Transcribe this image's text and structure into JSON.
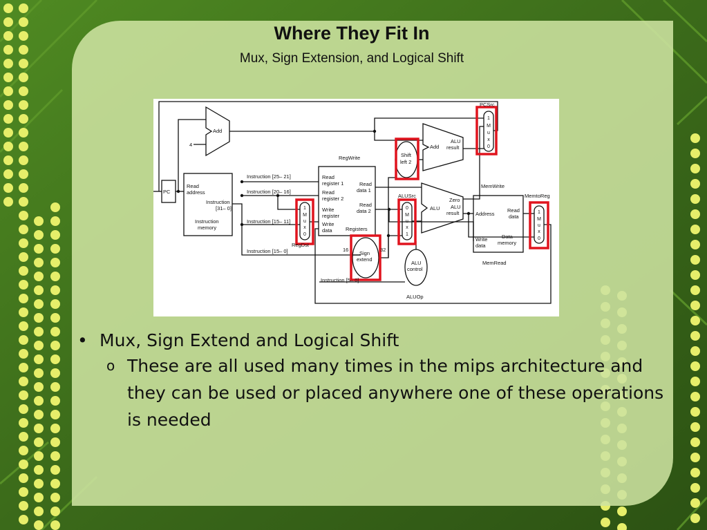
{
  "slide": {
    "title": "Where They Fit In",
    "subtitle": "Mux, Sign Extension, and Logical Shift"
  },
  "diagram": {
    "labels": {
      "pcsrc": "PCSrc",
      "add_top": "Add",
      "four": "4",
      "regwrite": "RegWrite",
      "shift": "Shift",
      "left2": "left 2",
      "add_branch": "Add",
      "alu_result_branch_1": "ALU",
      "alu_result_branch_2": "result",
      "instr_25_21": "Instruction [25– 21]",
      "instr_20_16": "Instruction [20– 16]",
      "instr_15_11": "Instruction [15– 11]",
      "instr_15_0": "Instruction [15– 0]",
      "instr_5_0": "Instruction [5– 0]",
      "pc": "PC",
      "read_address_1": "Read",
      "read_address_2": "address",
      "instruction_1": "Instruction",
      "instruction_2": "[31– 0]",
      "instr_mem_1": "Instruction",
      "instr_mem_2": "memory",
      "read_reg1_1": "Read",
      "read_reg1_2": "register 1",
      "read_reg2_1": "Read",
      "read_reg2_2": "register 2",
      "write_reg_1": "Write",
      "write_reg_2": "register",
      "write_data_1": "Write",
      "write_data_2": "data",
      "registers": "Registers",
      "read_data1_1": "Read",
      "read_data1_2": "data 1",
      "read_data2_1": "Read",
      "read_data2_2": "data 2",
      "regdst": "RegDst",
      "alusrc": "ALUSrc",
      "zero": "Zero",
      "alu": "ALU",
      "alu_result_1": "ALU",
      "alu_result_2": "result",
      "memwrite": "MemWrite",
      "memtoreg": "MemtoReg",
      "address": "Address",
      "mem_read_data_1": "Read",
      "mem_read_data_2": "data",
      "mem_write_data_1": "Write",
      "mem_write_data_2": "data",
      "data_memory_1": "Data",
      "data_memory_2": "memory",
      "memread": "MemRead",
      "sixteen": "16",
      "thirtytwo": "32",
      "sign": "Sign",
      "extend": "extend",
      "alu_control_1": "ALU",
      "alu_control_2": "control",
      "aluop": "ALUOp",
      "mux_1": "1",
      "mux_m": "M",
      "mux_u": "u",
      "mux_x": "x",
      "mux_0": "0"
    },
    "highlight_color": "#e0141e"
  },
  "bullets": [
    {
      "text": "Mux, Sign Extend and Logical Shift",
      "subitems": [
        "These are all used many times in the mips architecture and they can be used or placed anywhere one of these operations is needed"
      ]
    }
  ],
  "colors": {
    "background": "#3d6b1c",
    "panel": "#cde2a0",
    "circuit_dot": "#e6ee6a"
  }
}
